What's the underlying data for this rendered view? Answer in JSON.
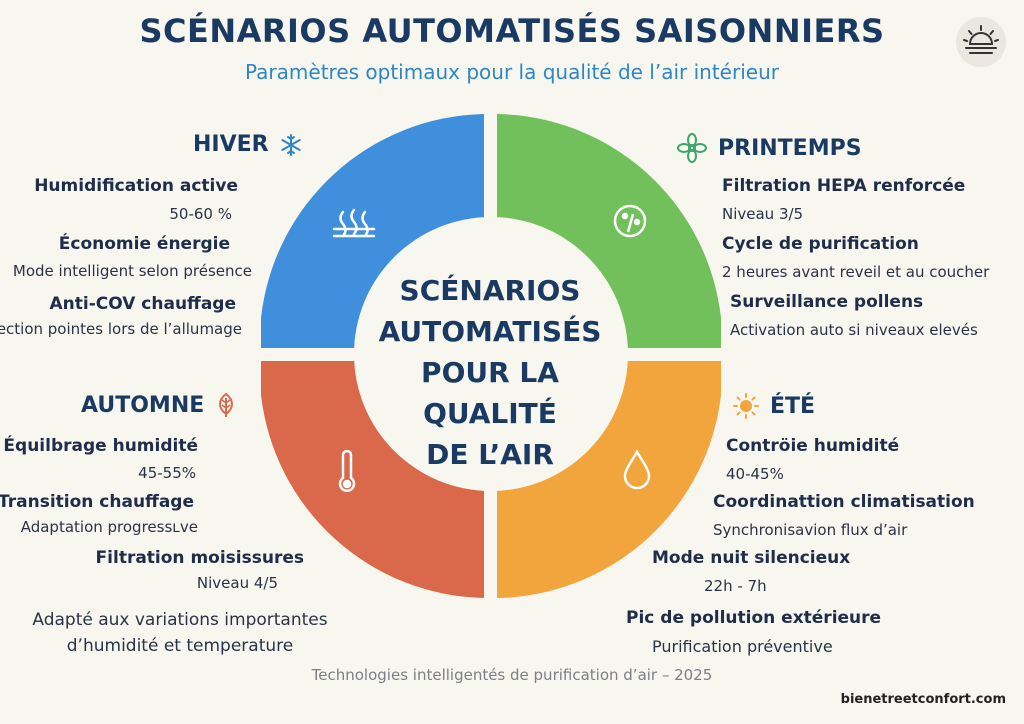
{
  "header": {
    "title": "SCÉNARIOS AUTOMATISÉS SAISONNIERS",
    "subtitle": "Paramètres optimaux pour la qualité de l’air intérieur"
  },
  "center": {
    "lines": [
      "SCÉNARIOS",
      "AUTOMATISÉS",
      "POUR LA QUALITÉ",
      "DE L’AIR"
    ]
  },
  "colors": {
    "hiver": "#3f8fdc",
    "printemps": "#72c05c",
    "automne": "#d9694a",
    "ete": "#f2a53d",
    "title": "#1b3a63",
    "subtitle": "#2e86c7"
  },
  "seasons": {
    "hiver": {
      "name": "HIVER",
      "icon": "snowflake-icon",
      "segment_icon": "heat-waves-icon",
      "items": [
        {
          "title": "Humidification active",
          "value": "50-60 %"
        },
        {
          "title": "Économie énergie",
          "value": "Mode intelligent selon présence"
        },
        {
          "title": "Anti-COV chauffage",
          "value": "etection pointes lors de l’allumage"
        }
      ]
    },
    "printemps": {
      "name": "PRINTEMPS",
      "icon": "flower-icon",
      "segment_icon": "pollen-icon",
      "items": [
        {
          "title": "Filtration HEPA renforcée",
          "value": "Niveau 3/5"
        },
        {
          "title": "Cycle de purification",
          "value": "2 heures avant reveil et au coucher"
        },
        {
          "title": "Surveillance pollens",
          "value": "Activation auto si niveaux elevés"
        }
      ]
    },
    "automne": {
      "name": "AUTOMNE",
      "icon": "leaf-icon",
      "segment_icon": "thermometer-icon",
      "items": [
        {
          "title": "Équilbrage humidité",
          "value": "45-55%"
        },
        {
          "title": "Transition chauffage",
          "value": "Adaptation progressʟve"
        },
        {
          "title": "Filtration moisissures",
          "value": "Niveau 4/5"
        }
      ],
      "note": [
        "Adapté aux variations importantes",
        "d’humidité et temperature"
      ]
    },
    "ete": {
      "name": "ÉTÉ",
      "icon": "sun-icon",
      "segment_icon": "water-drop-icon",
      "items": [
        {
          "title": "Contröie humidité",
          "value": "40-45%"
        },
        {
          "title": "Coordinattion climatisation",
          "value": "Synchronisavion flux d’air"
        },
        {
          "title": "Mode nuit silencieux",
          "value": "22h - 7h"
        },
        {
          "title": "Pic de pollution extérieure",
          "value": "Purification préventive"
        }
      ]
    }
  },
  "footer": {
    "caption": "Technologies intelligentés de purification d’air – 2025",
    "credit": "bienetreetconfort.com"
  }
}
